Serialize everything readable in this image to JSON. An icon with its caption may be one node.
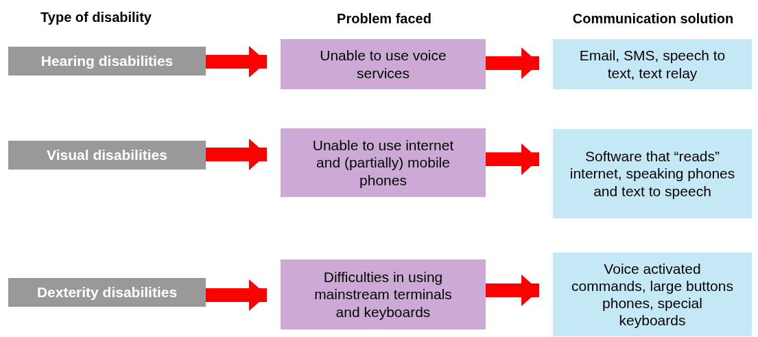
{
  "diagram": {
    "nodes": [
      {
        "text": [
          "Hearing disabilities"
        ]
      },
      {
        "text": [
          "Unable to use voice services"
        ]
      },
      {
        "text": [
          "Email, SMS, speech to text, text relay"
        ]
      },
      {
        "text": [
          "Visual disabilities"
        ]
      },
      {
        "text": [
          "Unable to use internet and (partially) mobile phones"
        ]
      },
      {
        "text": [
          "Software that “reads” internet, speaking phones and text to speech"
        ]
      },
      {
        "text": [
          "Dexterity disabilities"
        ]
      },
      {
        "text": [
          "Difficulties in using mainstream terminals and keyboards"
        ]
      },
      {
        "text": [
          "Voice activated commands, large buttons phones, special keyboards"
        ]
      }
    ],
    "edges": [
      {
        "from": 0,
        "to": 1,
        "arrow": "to",
        "color": "#ff0000"
      },
      {
        "from": 1,
        "to": 2,
        "arrow": "to",
        "color": "#ff0000"
      },
      {
        "from": 3,
        "to": 4,
        "arrow": "to",
        "color": "#ff0000"
      },
      {
        "from": 4,
        "to": 5,
        "arrow": "to",
        "color": "#ff0000"
      },
      {
        "from": 6,
        "to": 7,
        "arrow": "to",
        "color": "#ff0000"
      },
      {
        "from": 7,
        "to": 8,
        "arrow": "to",
        "color": "#ff0000"
      }
    ],
    "labels": [
      "Type of disability",
      "Problem faced",
      "Communication solution"
    ]
  }
}
